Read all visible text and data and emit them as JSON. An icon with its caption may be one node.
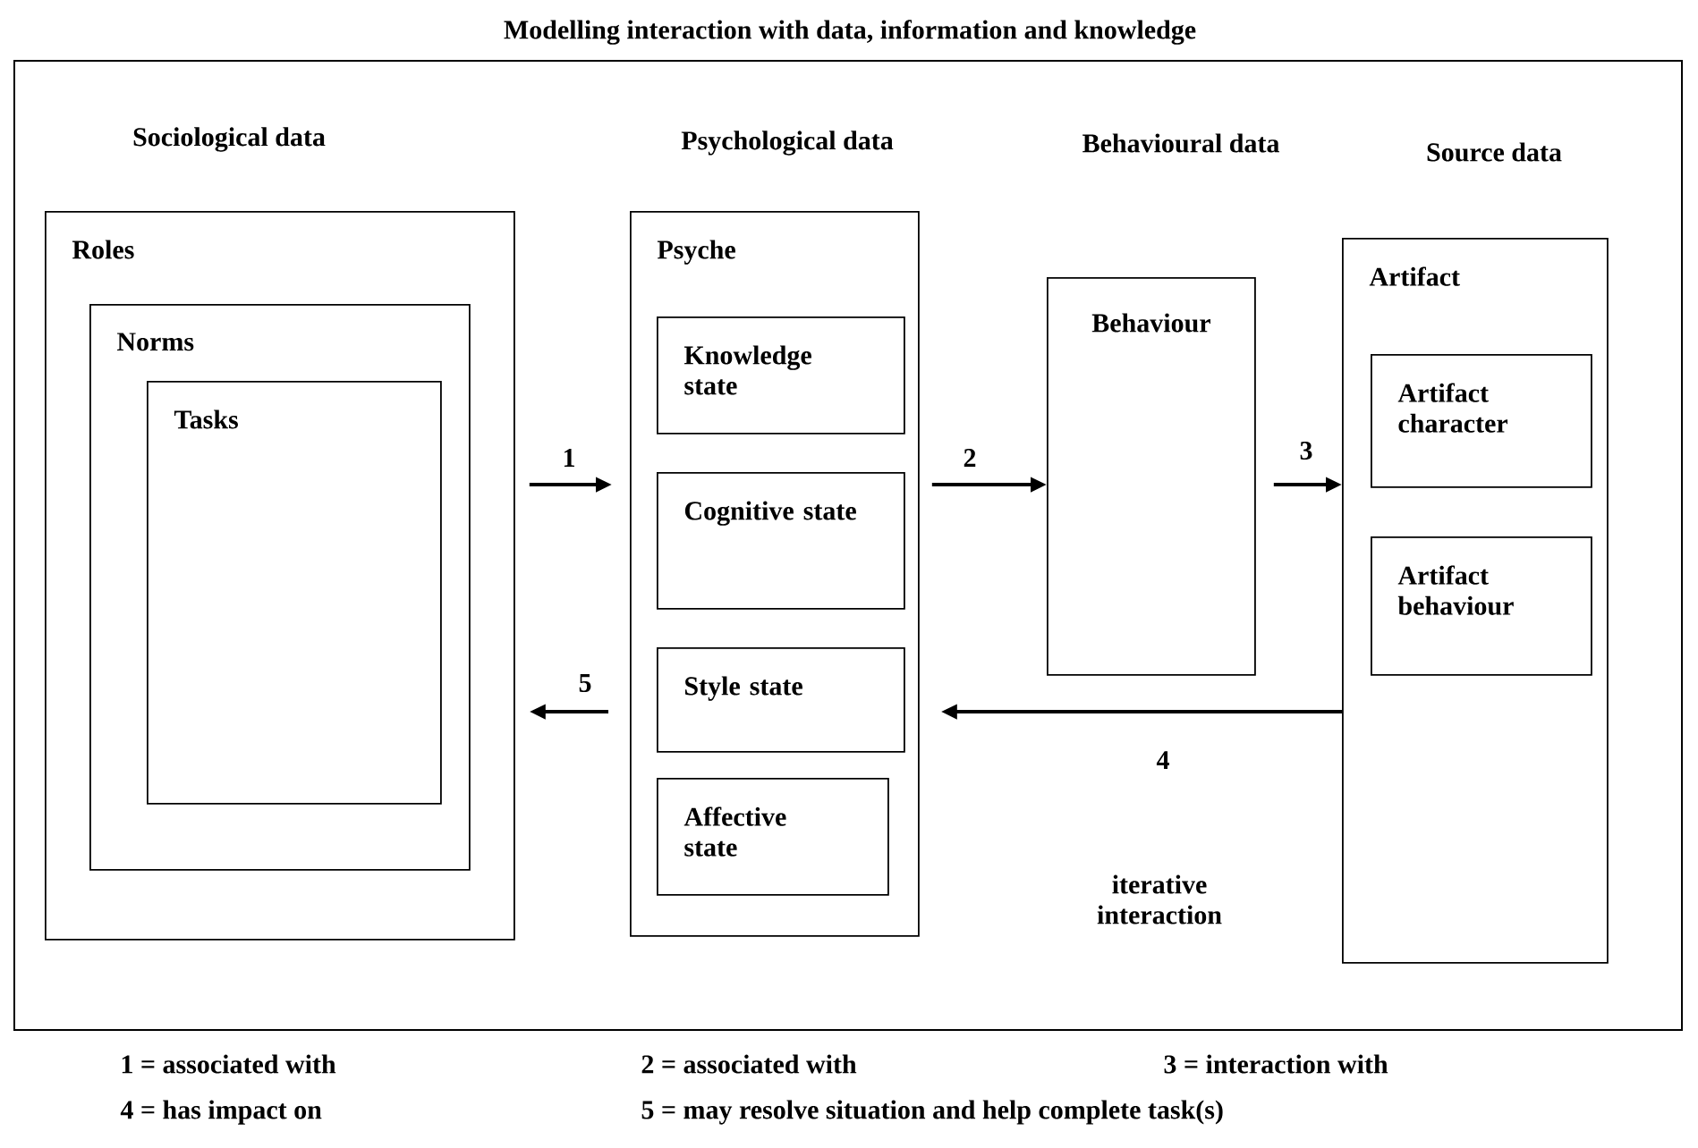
{
  "diagram": {
    "title": "Modelling interaction with data, information and knowledge",
    "nodes": [
      {
        "text": [
          "Roles"
        ]
      },
      {
        "text": [
          "Norms"
        ],
        "in": 0
      },
      {
        "text": [
          "Tasks"
        ],
        "in": 1
      },
      {
        "text": [
          "Psyche"
        ]
      },
      {
        "text": [
          "Knowledge state"
        ],
        "in": 3
      },
      {
        "text": [
          "Cognitive state"
        ],
        "in": 3
      },
      {
        "text": [
          "Style state"
        ],
        "in": 3
      },
      {
        "text": [
          "Affective state"
        ],
        "in": 3
      },
      {
        "text": [
          "Behaviour"
        ]
      },
      {
        "text": [
          "Artifact"
        ]
      },
      {
        "text": [
          "Artifact character"
        ],
        "in": 9
      },
      {
        "text": [
          "Artifact behaviour"
        ],
        "in": 9
      }
    ],
    "edges": [
      {
        "from": 0,
        "to": 3,
        "arrow": "to",
        "label": "1"
      },
      {
        "from": 3,
        "to": 8,
        "arrow": "to",
        "label": "2"
      },
      {
        "from": 8,
        "to": 9,
        "arrow": "to",
        "label": "3"
      },
      {
        "from": 9,
        "to": 3,
        "arrow": "to",
        "label": "4"
      },
      {
        "from": 3,
        "to": 0,
        "arrow": "to",
        "label": "5"
      }
    ],
    "labels": [
      "Sociological data",
      "Psychological data",
      "Behavioural data",
      "Source data",
      "iterative interaction",
      "1 = associated with",
      "2 = associated with",
      "3 = interaction with",
      "4 = has impact on",
      "5 = may resolve situation and help complete task(s)"
    ]
  }
}
